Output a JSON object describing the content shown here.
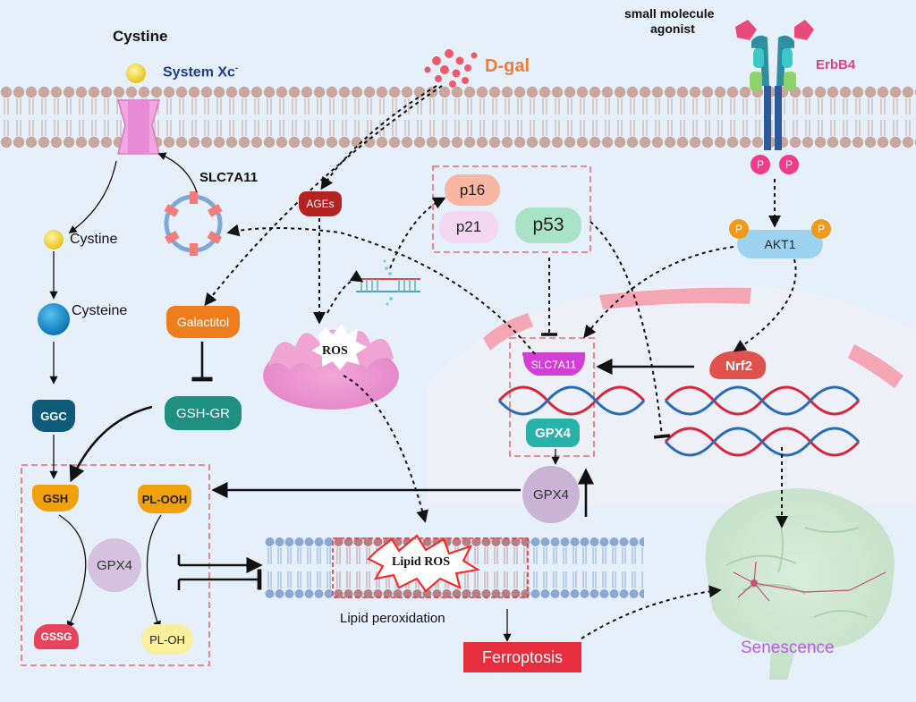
{
  "labels": {
    "cystine_top": "Cystine",
    "system_xc": "System Xc",
    "system_xc_sup": "-",
    "small_molecule": "small molecule",
    "agonist": "agonist",
    "erbb4": "ErbB4",
    "dgal": "D-gal",
    "slc7a11_top": "SLC7A11",
    "ages": "AGEs",
    "p16": "p16",
    "p21": "p21",
    "p53": "p53",
    "akt1": "AKT1",
    "p_marker": "P",
    "cystine_inner": "Cystine",
    "cysteine": "Cysteine",
    "galactitol": "Galactitol",
    "ros": "ROS",
    "slc7a11_nuc": "SLC7A11",
    "nrf2": "Nrf2",
    "gsh_gr": "GSH-GR",
    "ggc": "GGC",
    "gpx4_nuc": "GPX4",
    "gpx4_mid": "GPX4",
    "gpx4_box": "GPX4",
    "gsh": "GSH",
    "ploo": "PL-OOH",
    "gssg": "GSSG",
    "ploh": "PL-OH",
    "lipid_ros": "Lipid ROS",
    "lipid_perox": "Lipid peroxidation",
    "ferroptosis": "Ferroptosis",
    "senescence": "Senescence"
  },
  "colors": {
    "background": "#e6f0fb",
    "membrane_head": "#c9a79e",
    "ages": "#b52222",
    "galactitol": "#f07d1c",
    "gsh_gr": "#1e8f80",
    "ggc": "#0e5a79",
    "slc7a11": "#d23fd4",
    "nrf2": "#e0524d",
    "gpx4": "#27b3aa",
    "akt1": "#9dd3f0",
    "p_circle": "#f09a1c",
    "ferroptosis": "#e62e3c",
    "senescence": "#b060e0",
    "dgal": "#f07a3c",
    "erbb4": "#e0408a",
    "dashed_box": "#e76f6f"
  }
}
